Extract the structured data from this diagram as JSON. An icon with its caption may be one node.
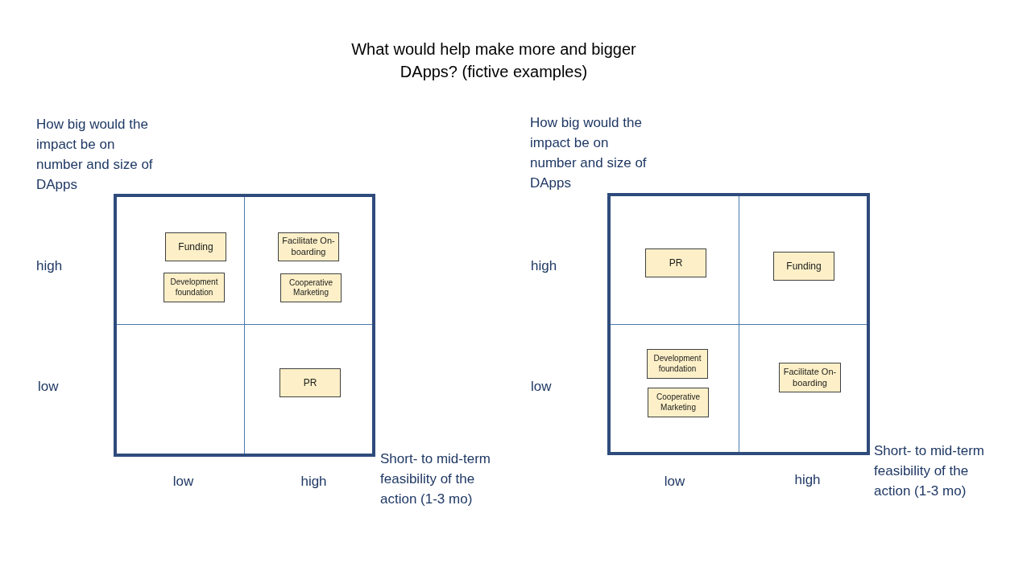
{
  "diagram": {
    "title": "What would help make more and bigger DApps? (fictive examples)",
    "nodes": [
      {
        "text": [],
        "shape": "box"
      },
      {
        "text": [
          "Funding"
        ],
        "in": 0
      },
      {
        "text": [
          "Development foundation"
        ],
        "in": 0
      },
      {
        "text": [
          "Facilitate On- boarding"
        ],
        "in": 0
      },
      {
        "text": [
          "Cooperative Marketing"
        ],
        "in": 0
      },
      {
        "text": [
          "PR"
        ],
        "in": 0
      },
      {
        "text": [],
        "shape": "box"
      },
      {
        "text": [
          "PR"
        ],
        "in": 6
      },
      {
        "text": [
          "Funding"
        ],
        "in": 6
      },
      {
        "text": [
          "Development foundation"
        ],
        "in": 6
      },
      {
        "text": [
          "Cooperative Marketing"
        ],
        "in": 6
      },
      {
        "text": [
          "Facilitate On- boarding"
        ],
        "in": 6
      }
    ],
    "edges": [],
    "labels": [
      "How big would the impact be on number and size of DApps",
      "high",
      "low",
      "low",
      "high",
      "Short- to mid-term feasibility of the action (1-3 mo)",
      "How big would the impact be on number and size of DApps",
      "high",
      "low",
      "low",
      "high",
      "Short- to mid-term feasibility of the action (1-3 mo)"
    ]
  }
}
